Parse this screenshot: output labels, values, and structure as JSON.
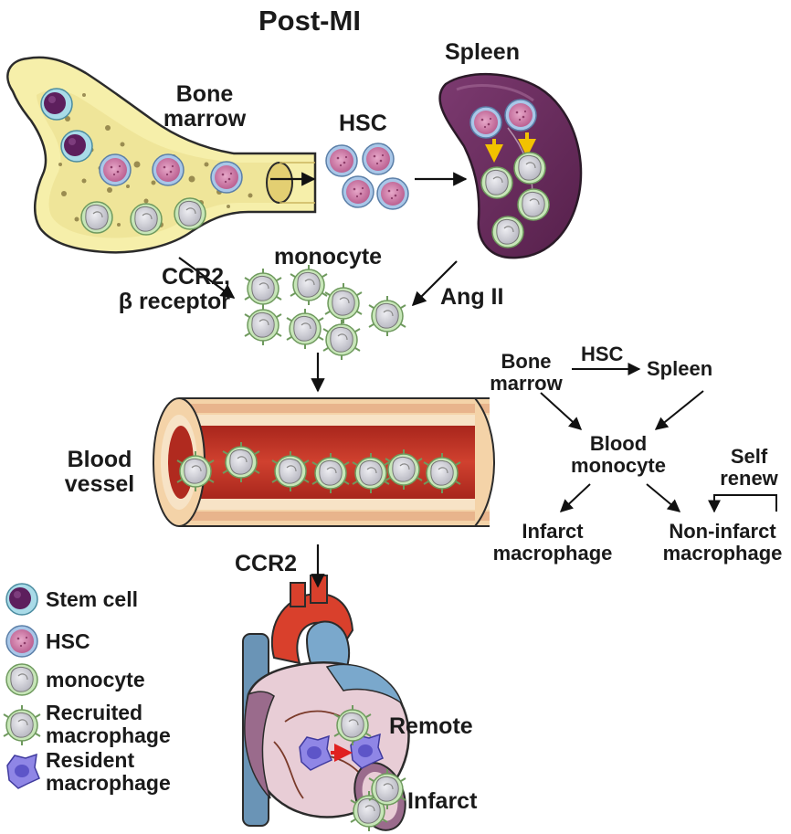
{
  "title": "Post-MI",
  "labels": {
    "bone_marrow": [
      "Bone",
      "marrow"
    ],
    "hsc": "HSC",
    "spleen": "Spleen",
    "monocyte": "monocyte",
    "ccr2_beta": [
      "CCR2,",
      "β receptor"
    ],
    "ang_ii": "Ang II",
    "blood_vessel": [
      "Blood",
      "vessel"
    ],
    "ccr2": "CCR2",
    "remote": "Remote",
    "infarct": "Infarct"
  },
  "flowchart": {
    "bone_marrow": [
      "Bone",
      "marrow"
    ],
    "hsc": "HSC",
    "spleen": "Spleen",
    "blood_monocyte": [
      "Blood",
      "monocyte"
    ],
    "self_renew": [
      "Self",
      "renew"
    ],
    "infarct_macrophage": [
      "Infarct",
      "macrophage"
    ],
    "noninfarct_macrophage": [
      "Non-infarct",
      "macrophage"
    ]
  },
  "legend": [
    {
      "icon": "stem-cell-icon",
      "label": [
        "Stem cell"
      ]
    },
    {
      "icon": "hsc-icon",
      "label": [
        "HSC"
      ]
    },
    {
      "icon": "monocyte-icon",
      "label": [
        "monocyte"
      ]
    },
    {
      "icon": "recruited-macrophage-icon",
      "label": [
        "Recruited",
        "macrophage"
      ]
    },
    {
      "icon": "resident-macrophage-icon",
      "label": [
        "Resident",
        "macrophage"
      ]
    }
  ],
  "colors": {
    "bone": "#f5eea8",
    "spleen": "#6b2c5e",
    "stem_cell": "#6a2a6a",
    "hsc": "#d891b8",
    "monocyte": "#dcdce0",
    "monocyte_ring": "#b9d9a8",
    "vessel_lumen": "#c0362a",
    "resident_macrophage": "#8a7fe0",
    "arrow_yellow": "#f2c200",
    "arrow_red": "#e02020",
    "heart_pink": "#e8cdd6",
    "aorta": "#d9402c",
    "vena_cava": "#6a94b6"
  }
}
